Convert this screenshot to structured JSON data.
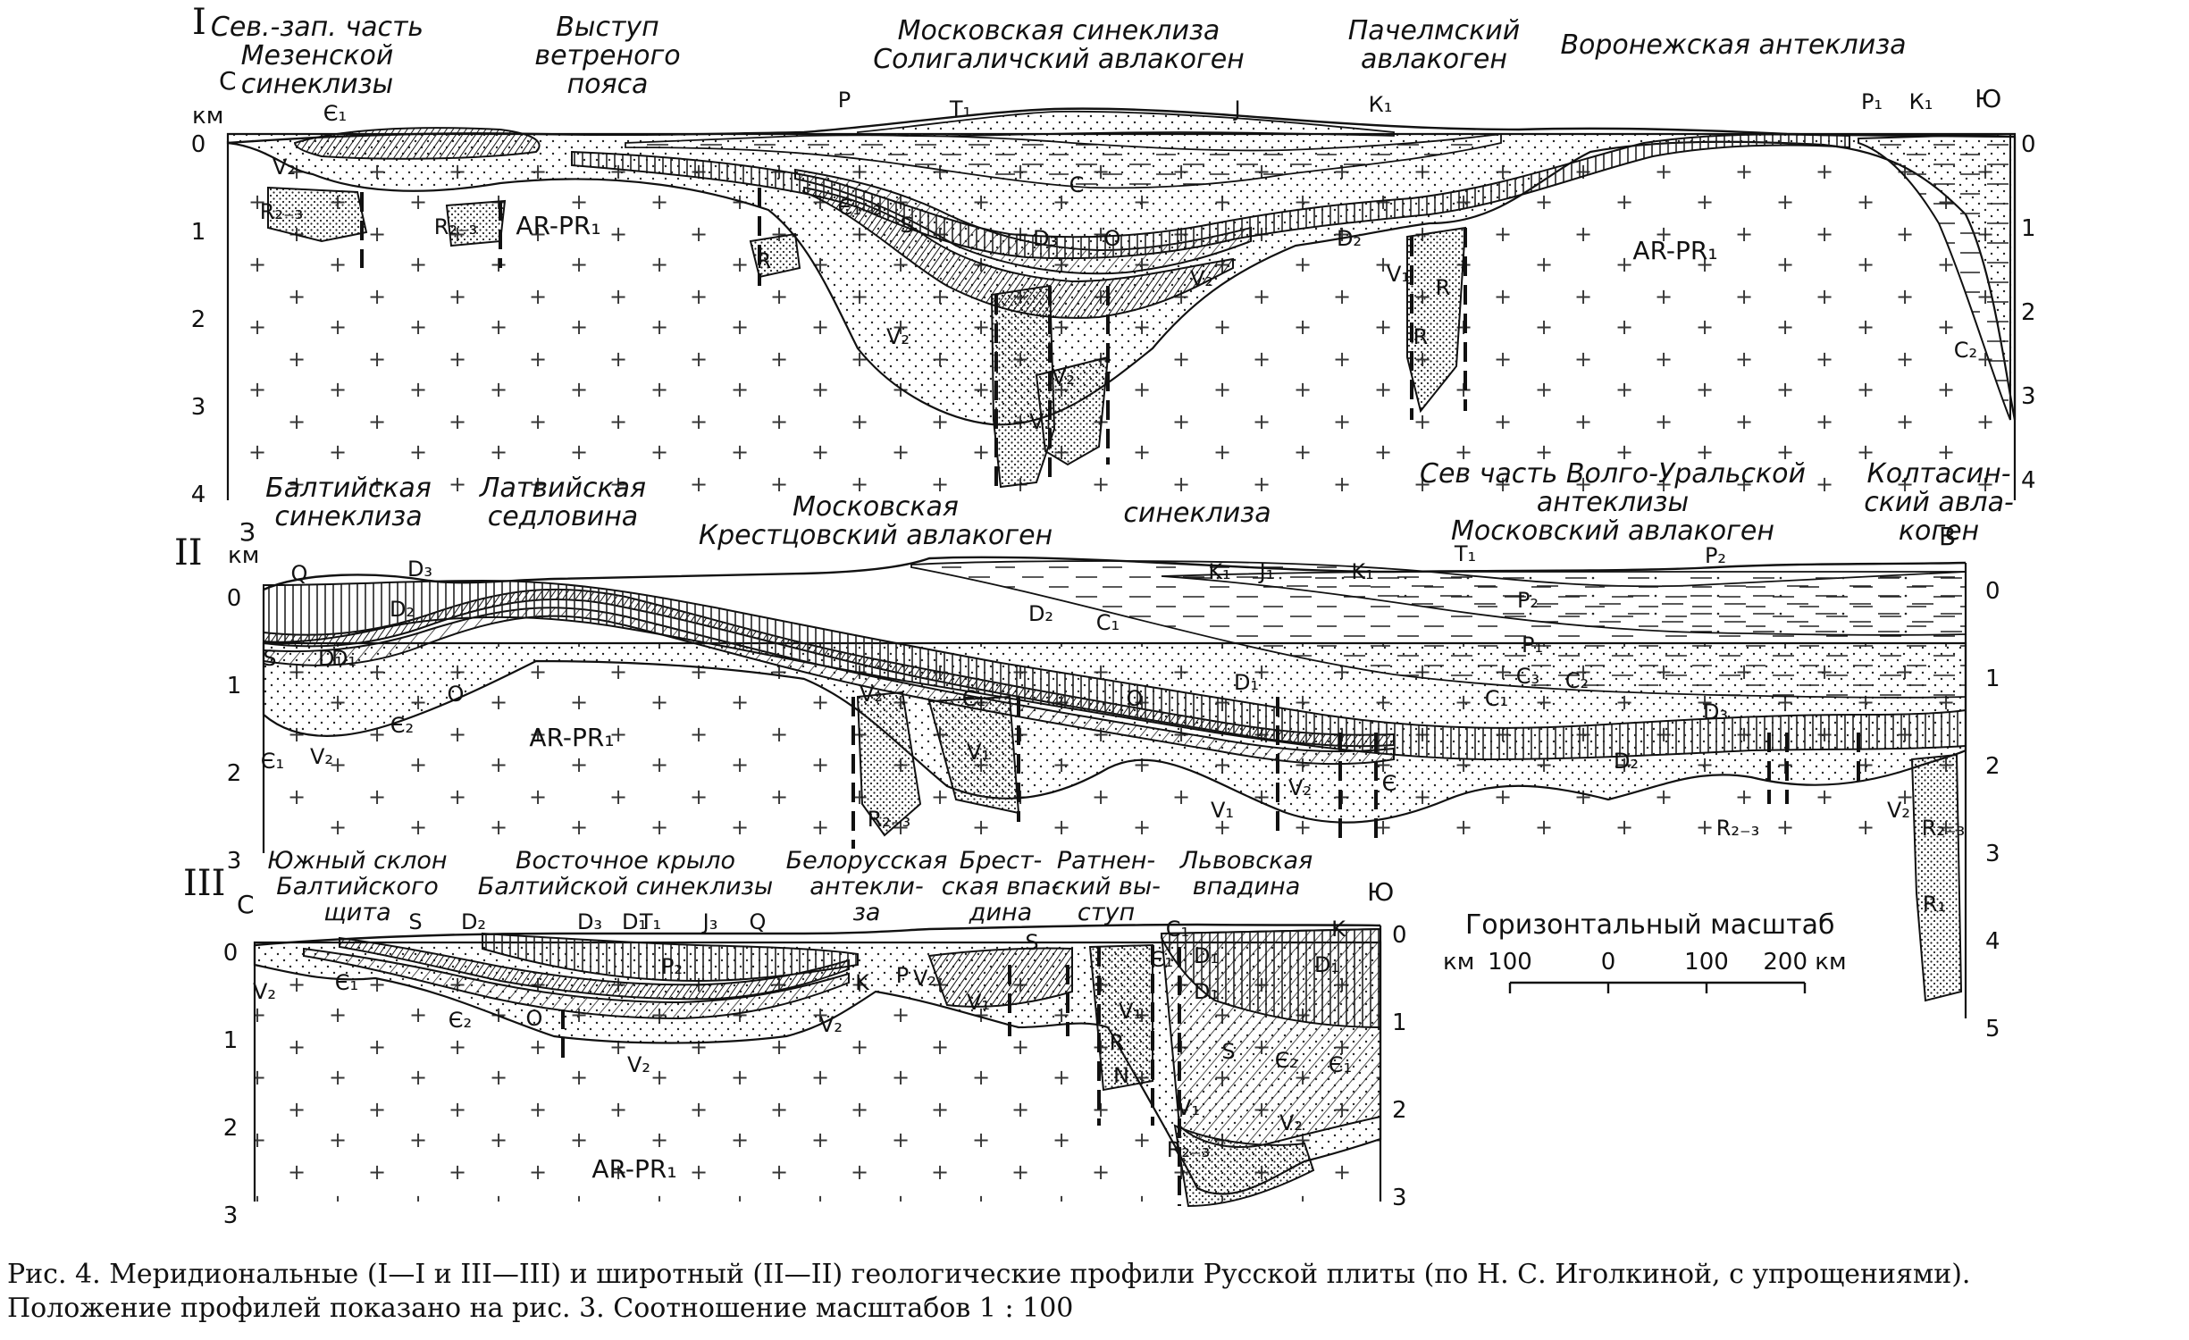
{
  "profiles": [
    {
      "id": "I",
      "numeral": "I",
      "end_left": "С",
      "end_right": "Ю",
      "unit": "км",
      "depth_ticks_left": [
        "0",
        "1",
        "2",
        "3",
        "4"
      ],
      "depth_ticks_right": [
        "0",
        "1",
        "2",
        "3",
        "4"
      ],
      "region_labels": [
        [
          "Сев.-зап. часть",
          "Мезенской",
          "синеклизы"
        ],
        [
          "Выступ",
          "ветреного",
          "пояса"
        ],
        [
          "Московская синеклиза",
          "Солигаличский авлакоген"
        ],
        [
          "Пачелмский",
          "авлакоген"
        ],
        [
          "Воронежская антеклиза"
        ]
      ],
      "unit_labels": [
        "Є₁",
        "V₂",
        "R₂₋₃",
        "R₂₋₃",
        "AR-PR₁",
        "R",
        "Р",
        "T₁",
        "J",
        "К₁",
        "Р₁",
        "К₁",
        "C",
        "Є₁₋₂",
        "S",
        "D₃",
        "O",
        "D₂",
        "V₂",
        "V₂",
        "V₂",
        "V₁",
        "V₁",
        "R",
        "R",
        "AR-PR₁",
        "C₂"
      ]
    },
    {
      "id": "II",
      "numeral": "II",
      "end_left": "З",
      "end_right": "В",
      "unit": "км",
      "depth_ticks_left": [
        "0",
        "1",
        "2",
        "3"
      ],
      "depth_ticks_right": [
        "0",
        "1",
        "2",
        "3",
        "4",
        "5"
      ],
      "region_labels": [
        [
          "Балтийская",
          "синеклиза"
        ],
        [
          "Латвийская",
          "седловина"
        ],
        [
          "Московская",
          "Крестцовский авлакоген"
        ],
        [
          "синеклиза"
        ],
        [
          "Сев часть Волго-Уральской",
          "антеклизы",
          "Московский авлакоген"
        ],
        [
          "Колтасин-",
          "ский авла-",
          "коген"
        ]
      ],
      "unit_labels": [
        "Q",
        "D₃",
        "D₂",
        "D₁",
        "S",
        "D₁",
        "O",
        "Є₂",
        "Є₁",
        "V₂",
        "AR-PR₁",
        "V₂",
        "Є₁",
        "V₁",
        "R₂₋₃",
        "O",
        "D₂",
        "C₁",
        "K₁",
        "J₁",
        "K₁",
        "T₁",
        "P₂",
        "P₂",
        "P₁",
        "C₃",
        "C₂",
        "C₁",
        "D₁",
        "V₁",
        "V₂",
        "Є",
        "D₃",
        "D₂",
        "R₂₋₃",
        "V₂",
        "R₂₋₃",
        "R₁"
      ]
    },
    {
      "id": "III",
      "numeral": "III",
      "end_left": "С",
      "end_right": "Ю",
      "unit": "",
      "depth_ticks_left": [
        "0",
        "1",
        "2",
        "3"
      ],
      "depth_ticks_right": [
        "0",
        "1",
        "2",
        "3"
      ],
      "region_labels": [
        [
          "Южный склон",
          "Балтийского",
          "щита"
        ],
        [
          "Восточное крыло",
          "Балтийской синеклизы"
        ],
        [
          "Белорусская",
          "антекли-",
          "за"
        ],
        [
          "Брест-",
          "ская впа-",
          "дина"
        ],
        [
          "Ратнен-",
          "ский вы-",
          "ступ"
        ],
        [
          "Львовская",
          "впадина"
        ]
      ],
      "unit_labels": [
        "S",
        "D₂",
        "D₃",
        "D₁",
        "T₁",
        "J₃",
        "Q",
        "V₂",
        "Є₁",
        "Є₂",
        "O",
        "P₂",
        "V₂",
        "V₂",
        "K",
        "P",
        "V₂",
        "V₁",
        "S",
        "C₁",
        "K",
        "D₁",
        "D₁",
        "D₁",
        "Є₁",
        "V₁",
        "R",
        "N",
        "S",
        "Є₂",
        "Є₁",
        "V₁",
        "V₂",
        "R₂₋₃",
        "AR-PR₁"
      ]
    }
  ],
  "scale_bar": {
    "title": "Горизонтальный масштаб",
    "unit": "км",
    "ticks": [
      "100",
      "0",
      "100",
      "200 км"
    ]
  },
  "caption": {
    "line1": "Рис. 4. Меридиональные (I—I и III—III) и широтный (II—II) геологические профили Русской плиты (по Н. С. Иголкиной, с упрощениями).",
    "line2": "Положение профилей показано на рис. 3. Соотношение масштабов 1 : 100"
  }
}
